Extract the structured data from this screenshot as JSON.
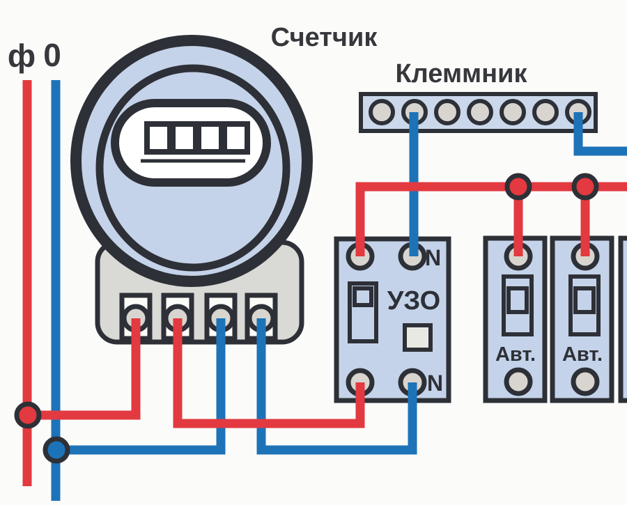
{
  "labels": {
    "phase": "ф",
    "neutral": "0",
    "meter": "Счетчик",
    "terminal_block": "Клеммник",
    "rcd": "УЗО",
    "rcd_neutral_top": "N",
    "rcd_neutral_bottom": "N",
    "breaker_1": "Авт.",
    "breaker_2": "Авт."
  },
  "colors": {
    "phase_wire": "#e23a40",
    "neutral_wire": "#1d73b8",
    "device_fill": "#c4d3e9",
    "terminal_block_fill": "#cbd8ec",
    "meter_base": "#d9d9d6",
    "terminal_fill": "#d8d5d0",
    "indicator_fill": "#e9e9e4",
    "outline": "#2e3037",
    "label_text": "#37383c",
    "background": "#fbfbfa"
  },
  "structure": {
    "meter_display_digits": 4,
    "meter_terminals": 4,
    "terminal_block_holes": 7,
    "rcd_terminals": 4,
    "full_breakers": 2,
    "partial_breakers_at_right_edge": 1,
    "phase_junction_dots": 3,
    "neutral_junction_dots": 1
  }
}
